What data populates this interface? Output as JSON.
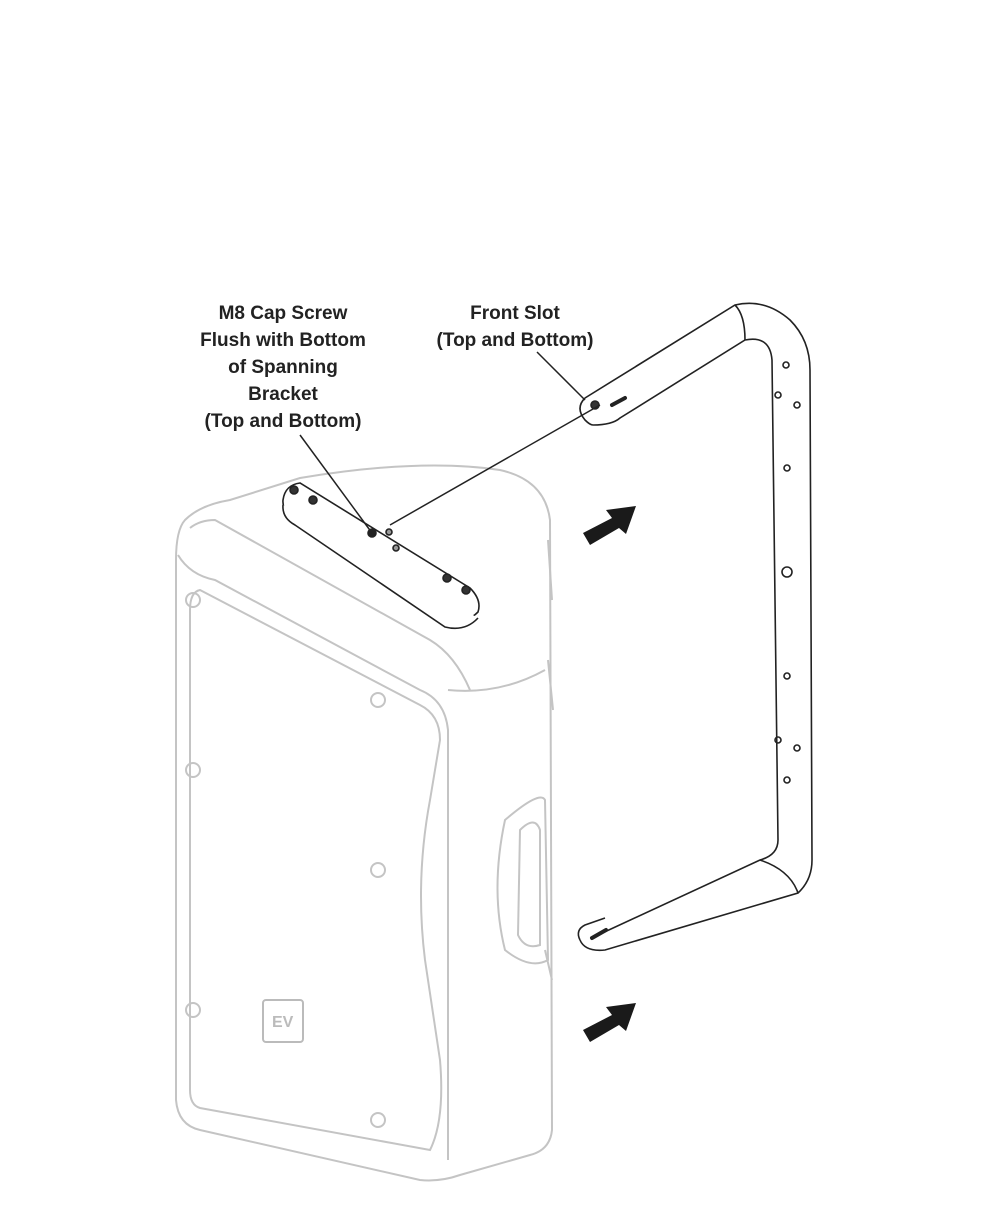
{
  "labels": {
    "cap_screw": [
      "M8 Cap Screw",
      "Flush with Bottom",
      "of Spanning",
      "Bracket",
      "(Top and Bottom)"
    ],
    "front_slot": [
      "Front Slot",
      "(Top and Bottom)"
    ]
  },
  "logo": "EV"
}
